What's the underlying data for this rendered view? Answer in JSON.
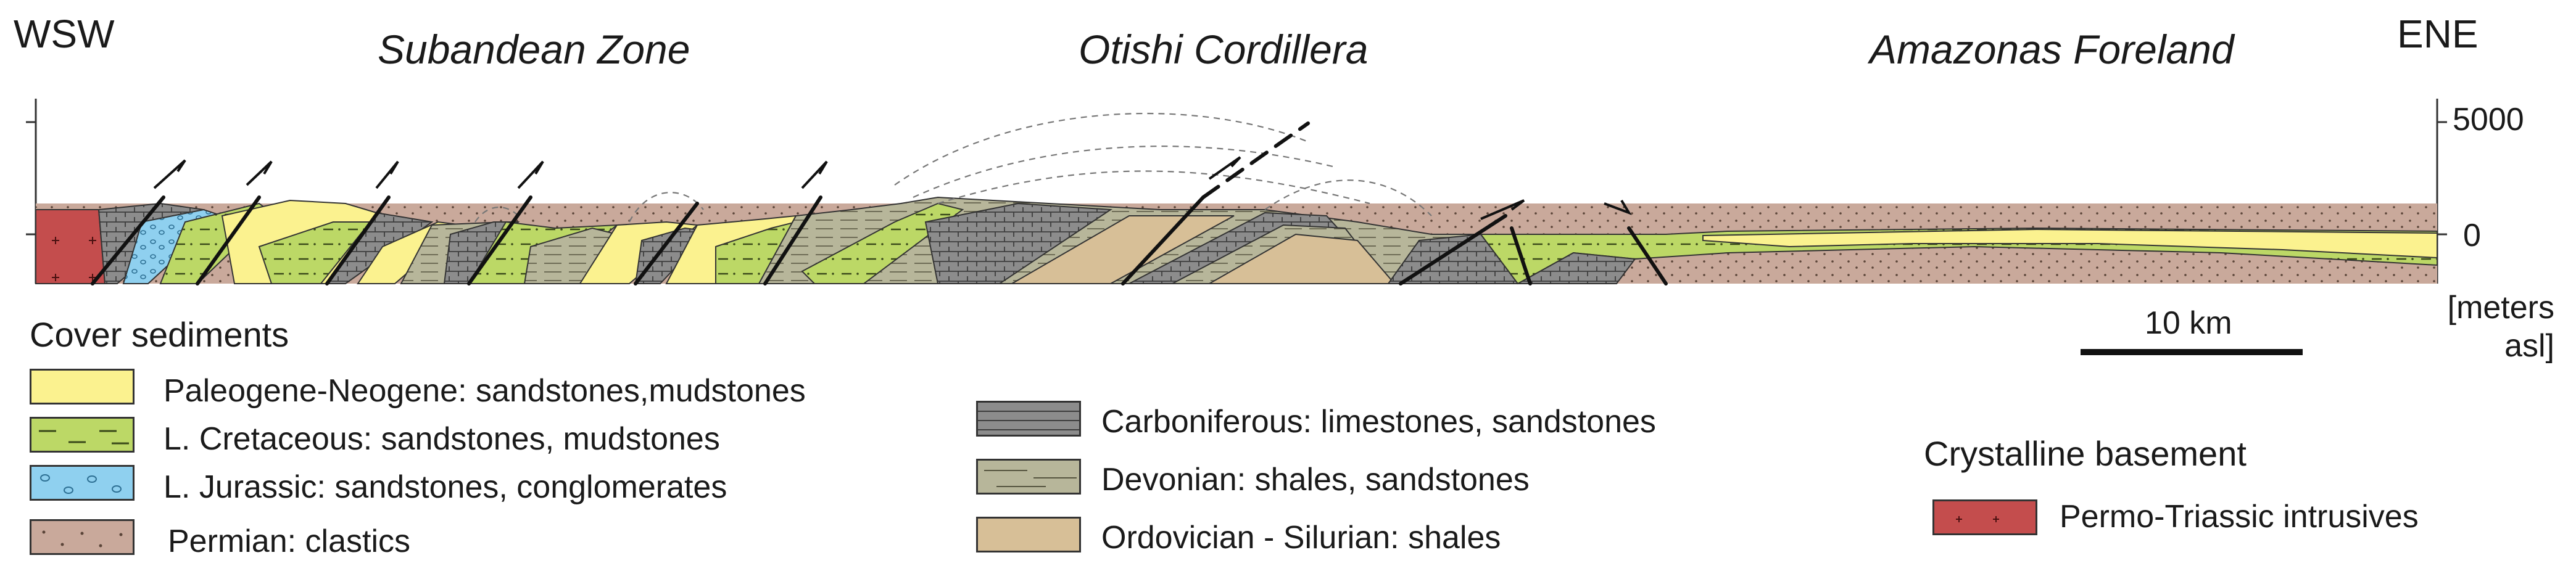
{
  "header": {
    "west": "WSW",
    "east": "ENE",
    "zones": [
      "Subandean Zone",
      "Otishi Cordillera",
      "Amazonas Foreland"
    ]
  },
  "elevation_axis": {
    "ticks": [
      "5000",
      "0"
    ],
    "unit": "[meters asl]"
  },
  "scale_bar": {
    "label": "10 km"
  },
  "legend": {
    "cover_heading": "Cover sediments",
    "basement_heading": "Crystalline basement",
    "items": [
      {
        "label": "Paleogene-Neogene: sandstones,mudstones",
        "color": "#fbf28f",
        "pattern": "plain"
      },
      {
        "label": "L. Cretaceous: sandstones, mudstones",
        "color": "#bcd866",
        "pattern": "dashes"
      },
      {
        "label": "L. Jurassic: sandstones, conglomerates",
        "color": "#8fd0ef",
        "pattern": "pebbles"
      },
      {
        "label": "Permian: clastics",
        "color": "#c9a99b",
        "pattern": "dots"
      },
      {
        "label": "Carboniferous: limestones, sandstones",
        "color": "#8c8c8c",
        "pattern": "bricks"
      },
      {
        "label": "Devonian: shales, sandstones",
        "color": "#b7b69a",
        "pattern": "lines"
      },
      {
        "label": "Ordovician - Silurian: shales",
        "color": "#d7bf97",
        "pattern": "plain"
      },
      {
        "label": "Permo-Triassic intrusives",
        "color": "#c44d4d",
        "pattern": "crosses"
      }
    ]
  }
}
